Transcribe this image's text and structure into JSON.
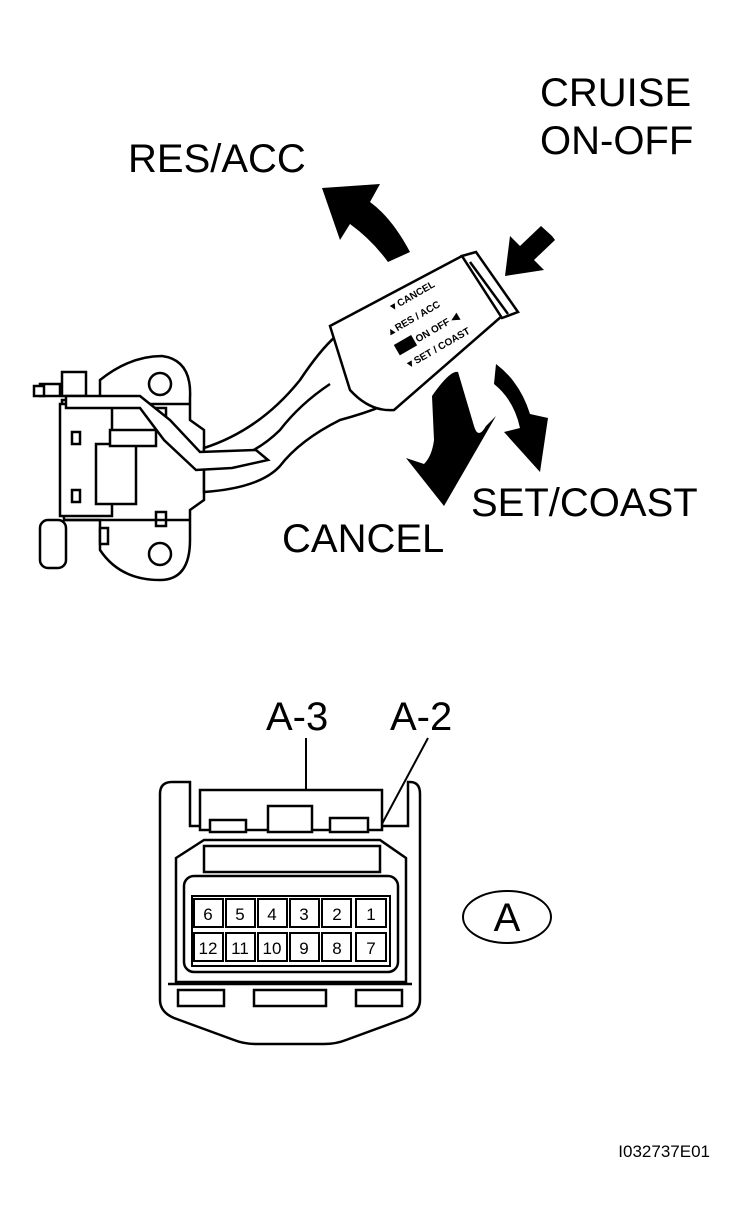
{
  "switch_labels": {
    "cruise_line1": "CRUISE",
    "cruise_line2": "ON-OFF",
    "res_acc": "RES/ACC",
    "set_coast": "SET/COAST",
    "cancel": "CANCEL"
  },
  "lever_markings": {
    "cancel": "▼CANCEL",
    "res_acc": "▲RES / ACC",
    "on_off": "ON OFF ◀",
    "set_coast": "▼SET / COAST"
  },
  "connector": {
    "callouts": [
      "A-3",
      "A-2"
    ],
    "top_row": [
      "6",
      "5",
      "4",
      "3",
      "2",
      "1"
    ],
    "bottom_row": [
      "12",
      "11",
      "10",
      "9",
      "8",
      "7"
    ],
    "id": "A"
  },
  "figure_code": "I032737E01"
}
